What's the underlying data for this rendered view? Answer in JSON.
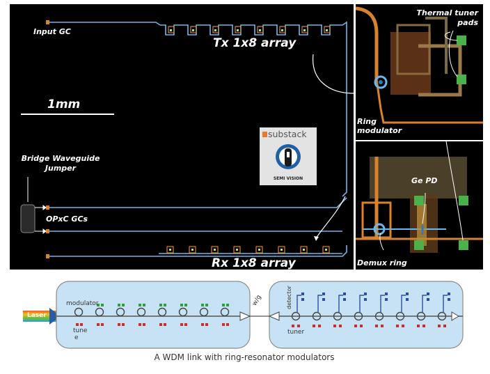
{
  "chip": {
    "input_gc_label": "Input GC",
    "tx_array_label": "Tx 1x8 array",
    "rx_array_label": "Rx 1x8 array",
    "scale_bar_label": "1mm",
    "bridge_label": "Bridge Waveguide Jumper",
    "opxc_label": "OPxC GCs",
    "ring_modulator_label": "Ring modulator",
    "thermal_tuner_label": "Thermal tuner pads",
    "ge_pd_label": "Ge PD",
    "demux_ring_label": "Demux ring",
    "colors": {
      "background": "#000000",
      "waveguide": "#6fb6e8",
      "pad_green": "#49b34a",
      "heater_orange": "#d9822b"
    }
  },
  "badge": {
    "substack_label": "substack",
    "semivision_label": "SEMI VISION",
    "brand_color": "#e8792b"
  },
  "wdm": {
    "laser_label": "Laser",
    "modulator_label": "modulator",
    "tune_label": "tune",
    "tune_label_cont": "e",
    "wg_label": "w/g",
    "detector_label": "detector",
    "tuner_label": "tuner",
    "caption": "A WDM link with ring-resonator modulators",
    "colors": {
      "panel_fill": "#c7e2f4",
      "panel_stroke": "#8c8c8c",
      "pad_green": "#2e9e3c",
      "pad_red": "#d42a2a",
      "pad_blue": "#2b4fa5"
    }
  }
}
